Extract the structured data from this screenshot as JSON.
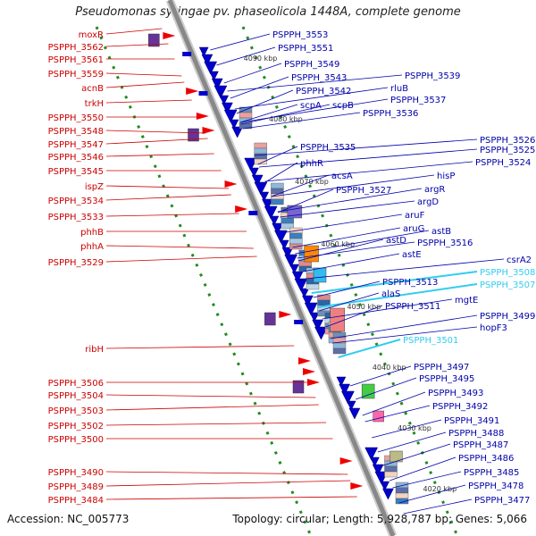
{
  "title": "Pseudomonas syringae pv. phaseolicola 1448A, complete genome",
  "footer": {
    "accession": "Accession: NC_005773",
    "topology": "Topology: circular; Length: 5,928,787 bp; Genes: 5,066"
  },
  "colors": {
    "forward": "#ee0000",
    "reverse": "#0000cc",
    "highlight": "#33ccee",
    "backbone": "#888888",
    "ruler": "#228b22"
  },
  "kbp_ticks": [
    "4090 kbp",
    "4080 kbp",
    "4070 kbp",
    "4060 kbp",
    "4050 kbp",
    "4040 kbp",
    "4030 kbp",
    "4020 kbp"
  ],
  "left_labels": [
    "moxR",
    "PSPPH_3562",
    "PSPPH_3561",
    "PSPPH_3559",
    "acnB",
    "trkH",
    "PSPPH_3550",
    "PSPPH_3548",
    "PSPPH_3547",
    "PSPPH_3546",
    "PSPPH_3545",
    "ispZ",
    "PSPPH_3534",
    "PSPPH_3533",
    "phhB",
    "phhA",
    "PSPPH_3529",
    "ribH",
    "PSPPH_3506",
    "PSPPH_3504",
    "PSPPH_3503",
    "PSPPH_3502",
    "PSPPH_3500",
    "PSPPH_3490",
    "PSPPH_3489",
    "PSPPH_3484"
  ],
  "right_labels": [
    "PSPPH_3553",
    "PSPPH_3551",
    "PSPPH_3549",
    "PSPPH_3543",
    "PSPPH_3542",
    "PSPPH_3539",
    "scpA",
    "scpB",
    "rluB",
    "PSPPH_3537",
    "PSPPH_3536",
    "PSPPH_3535",
    "phhR",
    "acsA",
    "PSPPH_3527",
    "PSPPH_3526",
    "PSPPH_3525",
    "PSPPH_3524",
    "hisP",
    "argR",
    "argD",
    "aruF",
    "aruG",
    "astD",
    "astB",
    "PSPPH_3516",
    "astE",
    "csrA2",
    "PSPPH_3508",
    "PSPPH_3507",
    "PSPPH_3513",
    "alaS",
    "mgtE",
    "PSPPH_3511",
    "PSPPH_3499",
    "hopF3",
    "PSPPH_3501",
    "PSPPH_3497",
    "PSPPH_3495",
    "PSPPH_3493",
    "PSPPH_3492",
    "PSPPH_3491",
    "PSPPH_3488",
    "PSPPH_3487",
    "PSPPH_3486",
    "PSPPH_3485",
    "PSPPH_3478",
    "PSPPH_3477"
  ],
  "highlighted_labels": [
    "PSPPH_3508",
    "PSPPH_3507",
    "PSPPH_3501"
  ]
}
